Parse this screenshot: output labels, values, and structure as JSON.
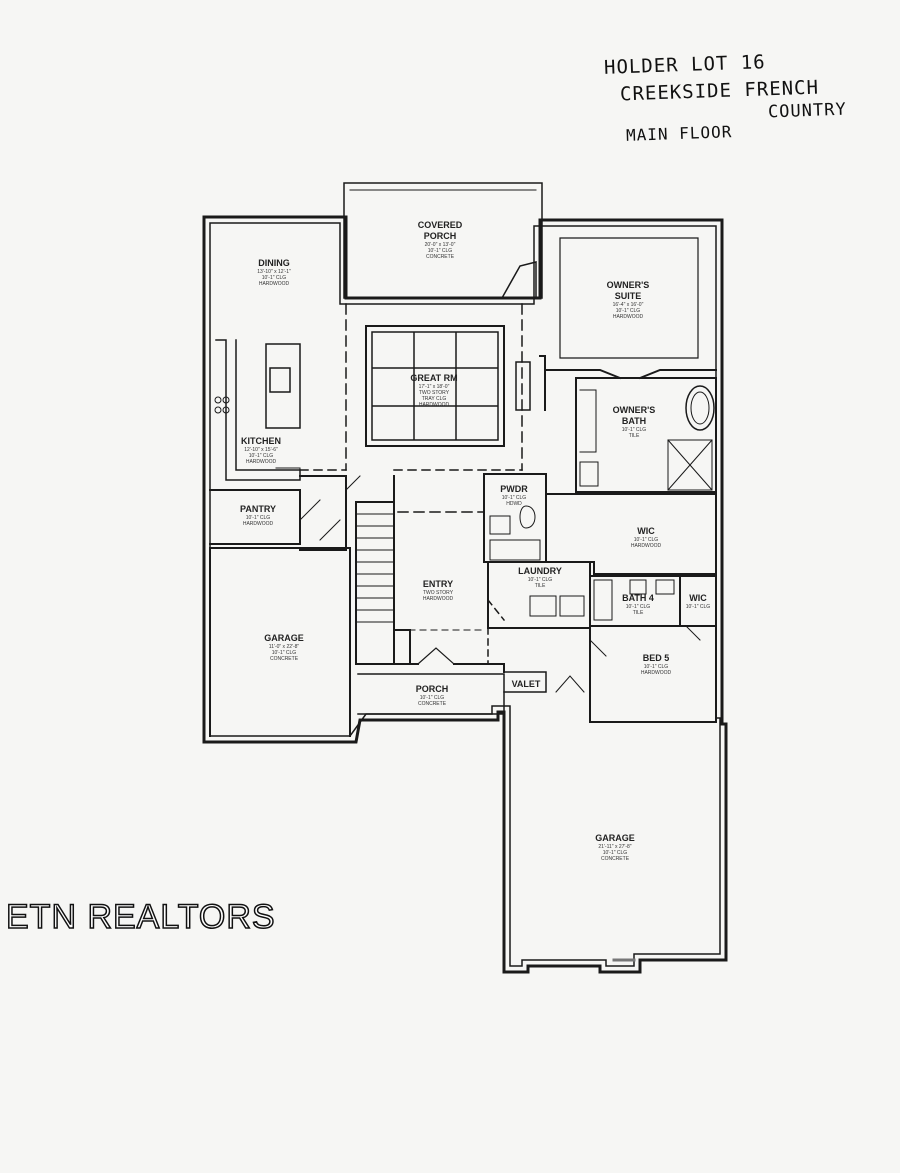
{
  "handwritten": {
    "line1": "HOLDER LOT 16",
    "line2": "CREEKSIDE FRENCH",
    "line3": "COUNTRY",
    "line4": "MAIN FLOOR"
  },
  "watermark": "ETN REALTORS",
  "rooms": {
    "covered_porch": {
      "name1": "COVERED",
      "name2": "PORCH",
      "dims": "20'-0\" x 13'-0\"",
      "ceiling": "10'-1\" CLG",
      "floor": "CONCRETE"
    },
    "dining": {
      "name": "DINING",
      "dims": "13'-10\" x 12'-1\"",
      "ceiling": "10'-1\" CLG",
      "floor": "HARDWOOD"
    },
    "owners_suite": {
      "name1": "OWNER'S",
      "name2": "SUITE",
      "dims": "16'-4\" x 16'-0\"",
      "ceiling": "10'-1\" CLG",
      "floor": "HARDWOOD"
    },
    "great_rm": {
      "name": "GREAT RM",
      "dims": "17'-1\" x 18'-0\"",
      "ceiling": "TWO STORY",
      "ceiling2": "TRAY CLG",
      "floor": "HARDWOOD"
    },
    "owners_bath": {
      "name1": "OWNER'S",
      "name2": "BATH",
      "ceiling": "10'-1\" CLG",
      "floor": "TILE"
    },
    "kitchen": {
      "name": "KITCHEN",
      "dims": "12'-10\" x 15'-6\"",
      "ceiling": "10'-1\" CLG",
      "floor": "HARDWOOD"
    },
    "pwdr": {
      "name": "PWDR",
      "ceiling": "10'-1\" CLG",
      "floor": "HDWD"
    },
    "pantry": {
      "name": "PANTRY",
      "ceiling": "10'-1\" CLG",
      "floor": "HARDWOOD"
    },
    "wic_main": {
      "name": "WIC",
      "ceiling": "10'-1\" CLG",
      "floor": "HARDWOOD"
    },
    "laundry": {
      "name": "LAUNDRY",
      "ceiling": "10'-1\" CLG",
      "floor": "TILE"
    },
    "entry": {
      "name": "ENTRY",
      "ceiling": "TWO STORY",
      "floor": "HARDWOOD"
    },
    "bath4": {
      "name": "BATH 4",
      "ceiling": "10'-1\" CLG",
      "floor": "TILE"
    },
    "wic_small": {
      "name": "WIC",
      "ceiling": "10'-1\" CLG"
    },
    "garage_left": {
      "name": "GARAGE",
      "dims": "11'-0\" x 22'-8\"",
      "ceiling": "10'-1\" CLG",
      "floor": "CONCRETE"
    },
    "bed5": {
      "name": "BED 5",
      "ceiling": "10'-1\" CLG",
      "floor": "HARDWOOD"
    },
    "porch": {
      "name": "PORCH",
      "ceiling": "10'-1\" CLG",
      "floor": "CONCRETE"
    },
    "valet": {
      "name": "VALET"
    },
    "garage_right": {
      "name": "GARAGE",
      "dims": "21'-11\" x 27'-8\"",
      "ceiling": "10'-1\" CLG",
      "floor": "CONCRETE"
    }
  }
}
